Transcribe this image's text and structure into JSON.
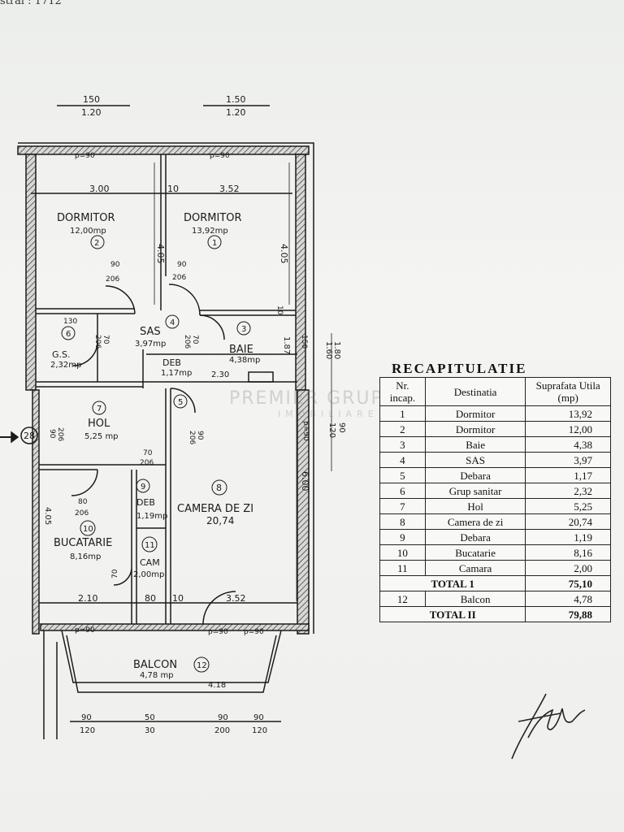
{
  "header_fragment": "stral : 1712",
  "plan": {
    "rooms": [
      {
        "name": "DORMITOR",
        "area": "12,00mp",
        "no": "2"
      },
      {
        "name": "DORMITOR",
        "area": "13,92mp",
        "no": "1"
      },
      {
        "name": "SAS",
        "area": "3,97mp",
        "no": "4"
      },
      {
        "name": "BAIE",
        "area": "4,38mp",
        "no": "3"
      },
      {
        "name": "G.S.",
        "area": "2,32mp",
        "no": "6"
      },
      {
        "name": "DEB",
        "area": "1,17mp",
        "no": "5"
      },
      {
        "name": "HOL",
        "area": "5,25 mp",
        "no": "7"
      },
      {
        "name": "CAMERA DE ZI",
        "area": "20,74",
        "no": "8"
      },
      {
        "name": "DEB",
        "area": "1,19mp",
        "no": "9"
      },
      {
        "name": "BUCATARIE",
        "area": "8,16mp",
        "no": "10"
      },
      {
        "name": "CAM",
        "area": "2,00mp",
        "no": "11"
      },
      {
        "name": "BALCON",
        "area": "4,78 mp",
        "no": "12"
      }
    ],
    "dimensions": {
      "top_left_window": [
        "150",
        "1.20"
      ],
      "top_right_window": [
        "1.50",
        "1.20"
      ],
      "p90_a": "p=90",
      "p90_b": "p=90",
      "w_300": "3.00",
      "w_10": "10",
      "w_352": "3.52",
      "h_405_a": "4.05",
      "h_405_b": "4.05",
      "door_90_206_a": [
        "90",
        "206"
      ],
      "door_90_206_b": [
        "90",
        "206"
      ],
      "d_130": "130",
      "d_10_side": "10",
      "d_187": "1.87",
      "d_230": "2.30",
      "d_70_206_a": [
        "70",
        "206"
      ],
      "d_70_206_b": [
        "70",
        "206"
      ],
      "right_150": "150",
      "right_180": [
        "1.80",
        "1.60"
      ],
      "right_90_120": [
        "90",
        "120"
      ],
      "p90_right": "p=90",
      "h_600": "6.00",
      "entry_no": "28",
      "entry_90_206": [
        "90",
        "206"
      ],
      "d_70_206_kit": [
        "70",
        "206"
      ],
      "d_80_206": [
        "80",
        "206"
      ],
      "d_405_left": "4.05",
      "d_90_206_cz": [
        "90",
        "206"
      ],
      "bottom_210": "2.10",
      "bottom_80": "80",
      "bottom_10": "10",
      "bottom_352": "3.52",
      "p90_bottom": "p=90",
      "p190": "p=90",
      "p90_bottom2": "p=90",
      "balcon_418": "4.18",
      "b_90_120": [
        "90",
        "120"
      ],
      "b_50_30": [
        "50",
        "30"
      ],
      "b_90_200": [
        "90",
        "200"
      ],
      "b_90_120_b": [
        "90",
        "120"
      ],
      "cam_70": "70"
    }
  },
  "watermark": {
    "line1": "PREMIER GRUP",
    "line2": "IMOBILIARE"
  },
  "recap": {
    "title": "RECAPITULATIE",
    "headers": [
      "Nr. incap.",
      "Destinatia",
      "Suprafata Utila (mp)"
    ],
    "rows": [
      [
        "1",
        "Dormitor",
        "13,92"
      ],
      [
        "2",
        "Dormitor",
        "12,00"
      ],
      [
        "3",
        "Baie",
        "4,38"
      ],
      [
        "4",
        "SAS",
        "3,97"
      ],
      [
        "5",
        "Debara",
        "1,17"
      ],
      [
        "6",
        "Grup sanitar",
        "2,32"
      ],
      [
        "7",
        "Hol",
        "5,25"
      ],
      [
        "8",
        "Camera de zi",
        "20,74"
      ],
      [
        "9",
        "Debara",
        "1,19"
      ],
      [
        "10",
        "Bucatarie",
        "8,16"
      ],
      [
        "11",
        "Camara",
        "2,00"
      ]
    ],
    "total1": {
      "label": "TOTAL 1",
      "value": "75,10"
    },
    "balcon": [
      "12",
      "Balcon",
      "4,78"
    ],
    "total2": {
      "label": "TOTAL II",
      "value": "79,88"
    }
  },
  "colors": {
    "ink": "#1b1b1b",
    "paper": "#f1f1ef",
    "wall_hatch": "#555555"
  }
}
